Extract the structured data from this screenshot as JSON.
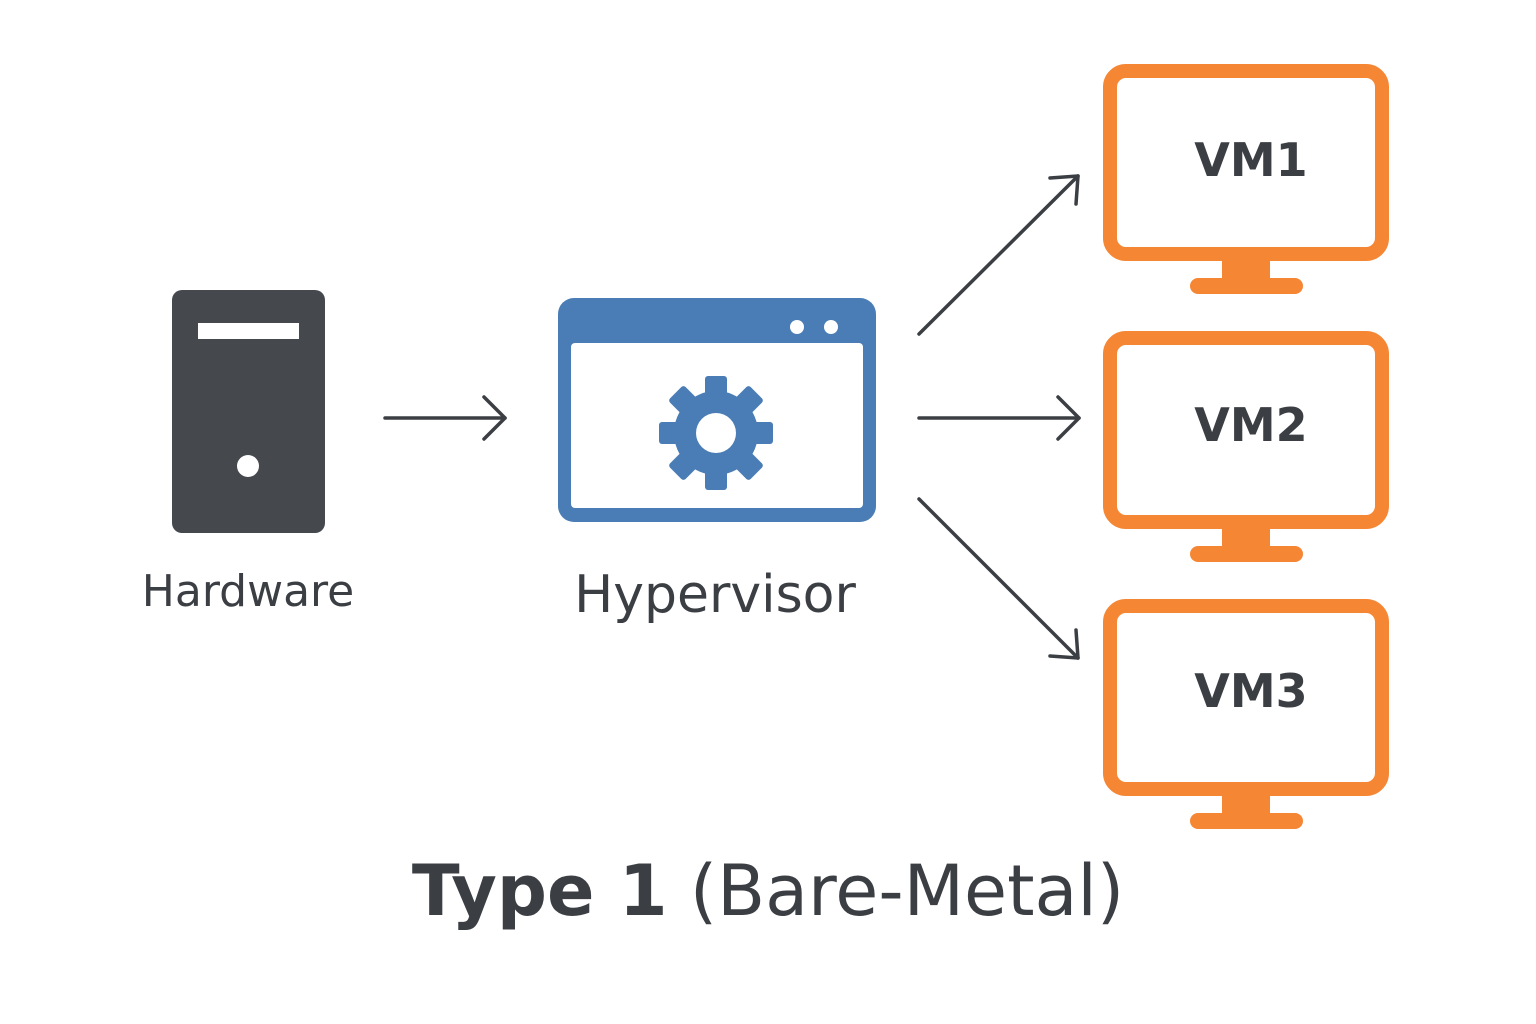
{
  "nodes": {
    "hardware": {
      "label": "Hardware",
      "icon": "server-tower-icon",
      "color": "#45494e"
    },
    "hypervisor": {
      "label": "Hypervisor",
      "icon": "window-gear-icon",
      "color": "#4a7db6"
    },
    "vms": [
      {
        "label": "VM1",
        "icon": "monitor-icon"
      },
      {
        "label": "VM2",
        "icon": "monitor-icon"
      },
      {
        "label": "VM3",
        "icon": "monitor-icon"
      }
    ],
    "vm_color": "#f58634"
  },
  "edges": [
    {
      "from": "Hardware",
      "to": "Hypervisor"
    },
    {
      "from": "Hypervisor",
      "to": "VM1"
    },
    {
      "from": "Hypervisor",
      "to": "VM2"
    },
    {
      "from": "Hypervisor",
      "to": "VM3"
    }
  ],
  "caption": {
    "strong": "Type 1",
    "rest": " (Bare-Metal)"
  },
  "colors": {
    "text": "#3b3f44",
    "arrow": "#3b3f44",
    "background": "#ffffff"
  }
}
